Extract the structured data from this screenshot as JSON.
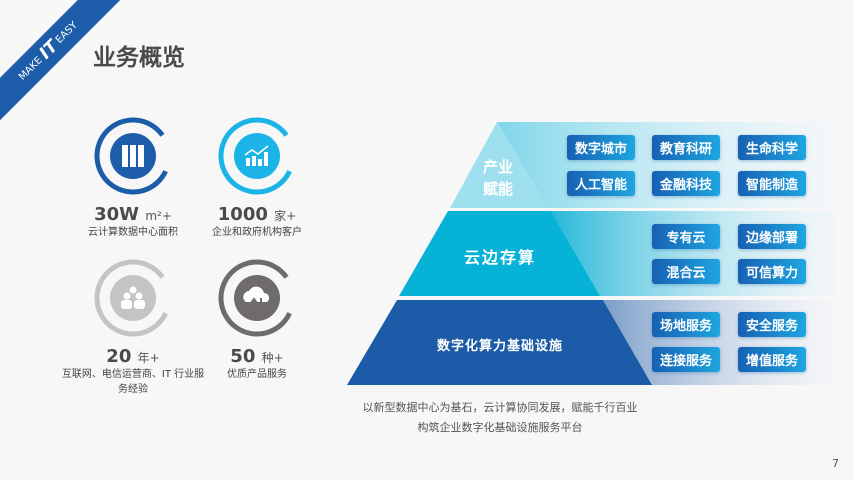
{
  "brand": {
    "make": "MAKE",
    "it": "IT",
    "easy": "EASY"
  },
  "title": "业务概览",
  "stats": [
    {
      "num": "30W",
      "unit": "m²+",
      "desc": "云计算数据中心面积",
      "icon": "server-rack-icon",
      "color": "#1d5ca8"
    },
    {
      "num": "1000",
      "unit": "家+",
      "desc": "企业和政府机构客户",
      "icon": "growth-chart-icon",
      "color": "#1cb4e6"
    },
    {
      "num": "20",
      "unit": "年+",
      "desc": "互联网、电信运营商、IT 行业服务经验",
      "icon": "team-icon",
      "color": "#c4c4c4"
    },
    {
      "num": "50",
      "unit": "种+",
      "desc": "优质产品服务",
      "icon": "cloud-sync-icon",
      "color": "#6e6b6a"
    }
  ],
  "pyramid": {
    "top": {
      "label1": "产业",
      "label2": "赋能",
      "tags": [
        "数字城市",
        "教育科研",
        "生命科学",
        "人工智能",
        "金融科技",
        "智能制造"
      ]
    },
    "middle": {
      "label": "云边存算",
      "tags": [
        "专有云",
        "边缘部署",
        "混合云",
        "可信算力"
      ]
    },
    "bottom": {
      "label": "数字化算力基础设施",
      "tags": [
        "场地服务",
        "安全服务",
        "连接服务",
        "增值服务"
      ]
    }
  },
  "caption": {
    "line1": "以新型数据中心为基石，云计算协同发展，赋能千行百业",
    "line2": "构筑企业数字化基础设施服务平台"
  },
  "page": "7"
}
